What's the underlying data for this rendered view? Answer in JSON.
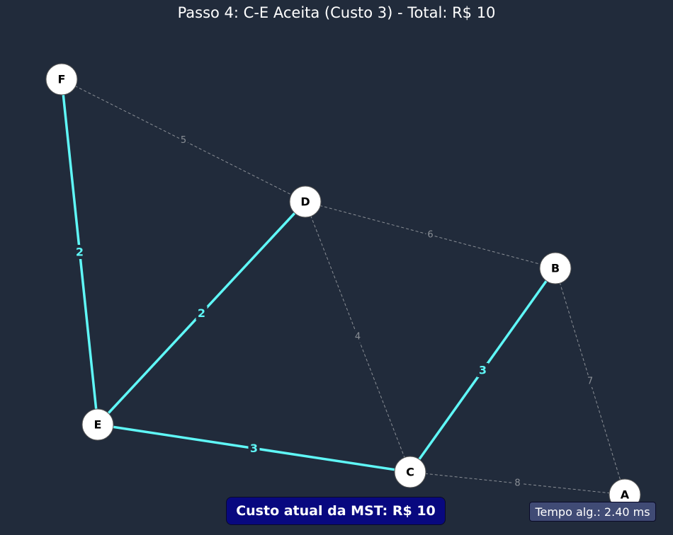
{
  "title": "Passo 4: C-E Aceita (Custo 3) - Total: R$ 10",
  "colors": {
    "background": "#212b3b",
    "mst_edge": "#5ff7f7",
    "other_edge": "#8a8f96",
    "node_fill": "#ffffff",
    "node_stroke": "#555555",
    "cost_box_bg": "#08087f",
    "time_box_bg": "#404b75"
  },
  "graph": {
    "nodes": [
      {
        "id": "A",
        "label": "A"
      },
      {
        "id": "B",
        "label": "B"
      },
      {
        "id": "C",
        "label": "C"
      },
      {
        "id": "D",
        "label": "D"
      },
      {
        "id": "E",
        "label": "E"
      },
      {
        "id": "F",
        "label": "F"
      }
    ],
    "edges": [
      {
        "from": "F",
        "to": "D",
        "weight": "5",
        "in_mst": false
      },
      {
        "from": "D",
        "to": "B",
        "weight": "6",
        "in_mst": false
      },
      {
        "from": "D",
        "to": "C",
        "weight": "4",
        "in_mst": false
      },
      {
        "from": "B",
        "to": "A",
        "weight": "7",
        "in_mst": false
      },
      {
        "from": "C",
        "to": "A",
        "weight": "8",
        "in_mst": false
      },
      {
        "from": "F",
        "to": "E",
        "weight": "2",
        "in_mst": true
      },
      {
        "from": "E",
        "to": "D",
        "weight": "2",
        "in_mst": true
      },
      {
        "from": "C",
        "to": "B",
        "weight": "3",
        "in_mst": true
      },
      {
        "from": "E",
        "to": "C",
        "weight": "3",
        "in_mst": true
      }
    ]
  },
  "status": {
    "cost_text": "Custo atual da MST: R$ 10",
    "time_text": "Tempo alg.: 2.40 ms"
  }
}
